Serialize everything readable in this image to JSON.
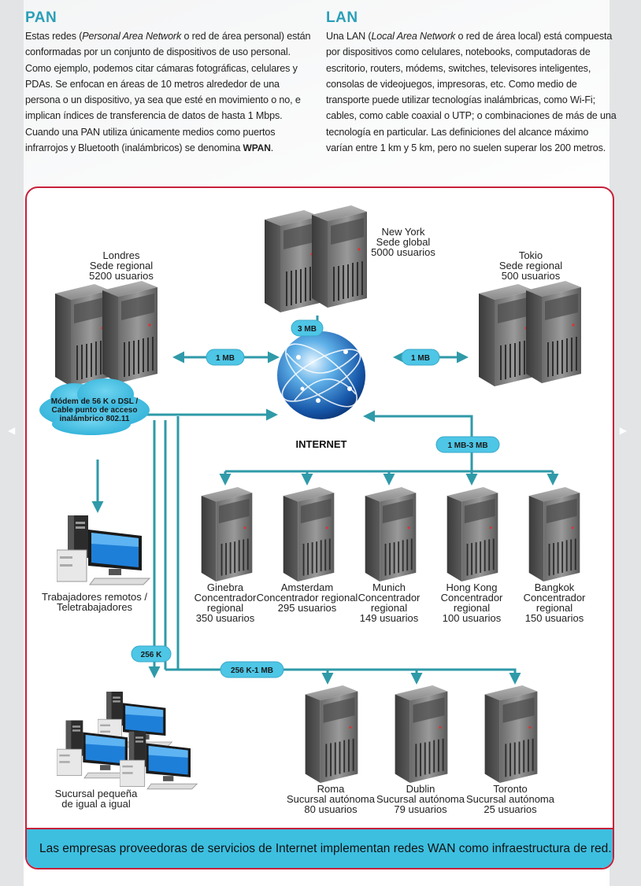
{
  "pan": {
    "title": "PAN",
    "p1": "Estas redes (",
    "p1_em": "Personal Area Network",
    "p1_b": " o red de área personal) están conformadas por un conjunto de dispositivos de uso personal. Como ejemplo, podemos citar cámaras fotográficas, celulares y PDAs. Se enfocan en áreas de 10 metros alrededor de una persona o un dispositivo, ya sea que esté en movimiento o no, e implican índices de transferencia de datos de hasta 1 Mbps. Cuando una PAN utiliza únicamente medios como puertos infrarrojos y Bluetooth (inalámbricos) se denomina ",
    "p1_strong": "WPAN",
    "p1_end": "."
  },
  "lan": {
    "title": "LAN",
    "p1": "Una LAN (",
    "p1_em": "Local Area Network",
    "p1_b": " o red de área local) está compuesta por dispositivos como celulares, notebooks, computadoras de escritorio, routers, módems, switches, televisores inteligentes, consolas de videojuegos, impresoras, etc. Como medio de transporte puede utilizar tecnologías inalámbricas, como Wi-Fi; cables, como cable coaxial o UTP; o combinaciones de más de una tecnología en particular. Las definiciones del alcance máximo varían entre 1 km y 5 km, pero no suelen superar los 200 metros."
  },
  "nodes": {
    "newyork": [
      "New York",
      "Sede global",
      "5000 usuarios"
    ],
    "londres": [
      "Londres",
      "Sede regional",
      "5200 usuarios"
    ],
    "tokio": [
      "Tokio",
      "Sede regional",
      "500 usuarios"
    ],
    "ginebra": [
      "Ginebra",
      "Concentrador",
      "regional",
      "350 usuarios"
    ],
    "amsterdam": [
      "Amsterdam",
      "Concentrador regional",
      "295 usuarios"
    ],
    "munich": [
      "Munich",
      "Concentrador",
      "regional",
      "149 usuarios"
    ],
    "hongkong": [
      "Hong Kong",
      "Concentrador",
      "regional",
      "100 usuarios"
    ],
    "bangkok": [
      "Bangkok",
      "Concentrador",
      "regional",
      "150 usuarios"
    ],
    "roma": [
      "Roma",
      "Sucursal autónoma",
      "80 usuarios"
    ],
    "dublin": [
      "Dublin",
      "Sucursal autónoma",
      "79 usuarios"
    ],
    "toronto": [
      "Toronto",
      "Sucursal autónoma",
      "25 usuarios"
    ],
    "remotos": [
      "Trabajadores remotos /",
      "Teletrabajadores"
    ],
    "sucursal": [
      "Sucursal pequeña",
      "de igual a igual"
    ]
  },
  "badges": {
    "ny": "3 MB",
    "londres": "1 MB",
    "tokio": "1 MB",
    "hubs": "1 MB-3 MB",
    "sucursal": "256 K",
    "branches": "256 K-1 MB"
  },
  "modem": [
    "Módem de 56 K o DSL /",
    "Cable punto de acceso",
    "inalámbrico 802.11"
  ],
  "internet_label": "INTERNET",
  "footer": "Las empresas proveedoras de servicios de Internet implementan redes WAN como infraestructura de red.",
  "colors": {
    "accent": "#2a9fb8",
    "arrow": "#2f9aa8",
    "border": "#c8203a",
    "footer_bg": "#3dbfe0"
  }
}
